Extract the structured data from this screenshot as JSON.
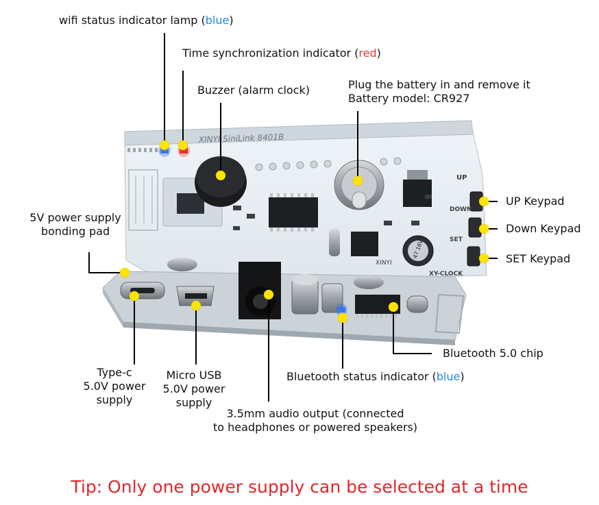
{
  "labels": {
    "wifi": {
      "text": "wifi status indicator lamp",
      "paren": "blue"
    },
    "time_sync": {
      "text": "Time synchronization indicator",
      "paren": "red"
    },
    "buzzer": "Buzzer (alarm clock)",
    "battery_line1": "Plug the battery in and remove it",
    "battery_line2": "Battery model: CR927",
    "up_keypad": "UP Keypad",
    "down_keypad": "Down Keypad",
    "set_keypad": "SET Keypad",
    "pad_line1": "5V power supply",
    "pad_line2": "bonding pad",
    "typec_line1": "Type-c",
    "typec_line2": "5.0V power",
    "typec_line3": "supply",
    "micro_line1": "Micro USB",
    "micro_line2": "5.0V power",
    "micro_line3": "supply",
    "audio_line1": "3.5mm audio output (connected",
    "audio_line2": "to headphones or powered speakers)",
    "bt_status": {
      "text": "Bluetooth status indicator",
      "paren": "blue"
    },
    "bt_chip": "Bluetooth 5.0 chip"
  },
  "board": {
    "silk_top": "XINYI SiniLink 8401B",
    "silk_up": "UP",
    "silk_down": "DOWN",
    "silk_set": "SET",
    "silk_brand": "XY-CLOCK",
    "silk_vendor": "XINYI",
    "cap_text": "47 16V",
    "battery_icon": "battery-holder-icon"
  },
  "tip": "Tip: Only one power supply can be selected at a time",
  "colors": {
    "blue": "#1e88e5",
    "red": "#e53935",
    "dot": "#ffe400",
    "board": "#e8eef3",
    "tip": "#e5252a"
  }
}
